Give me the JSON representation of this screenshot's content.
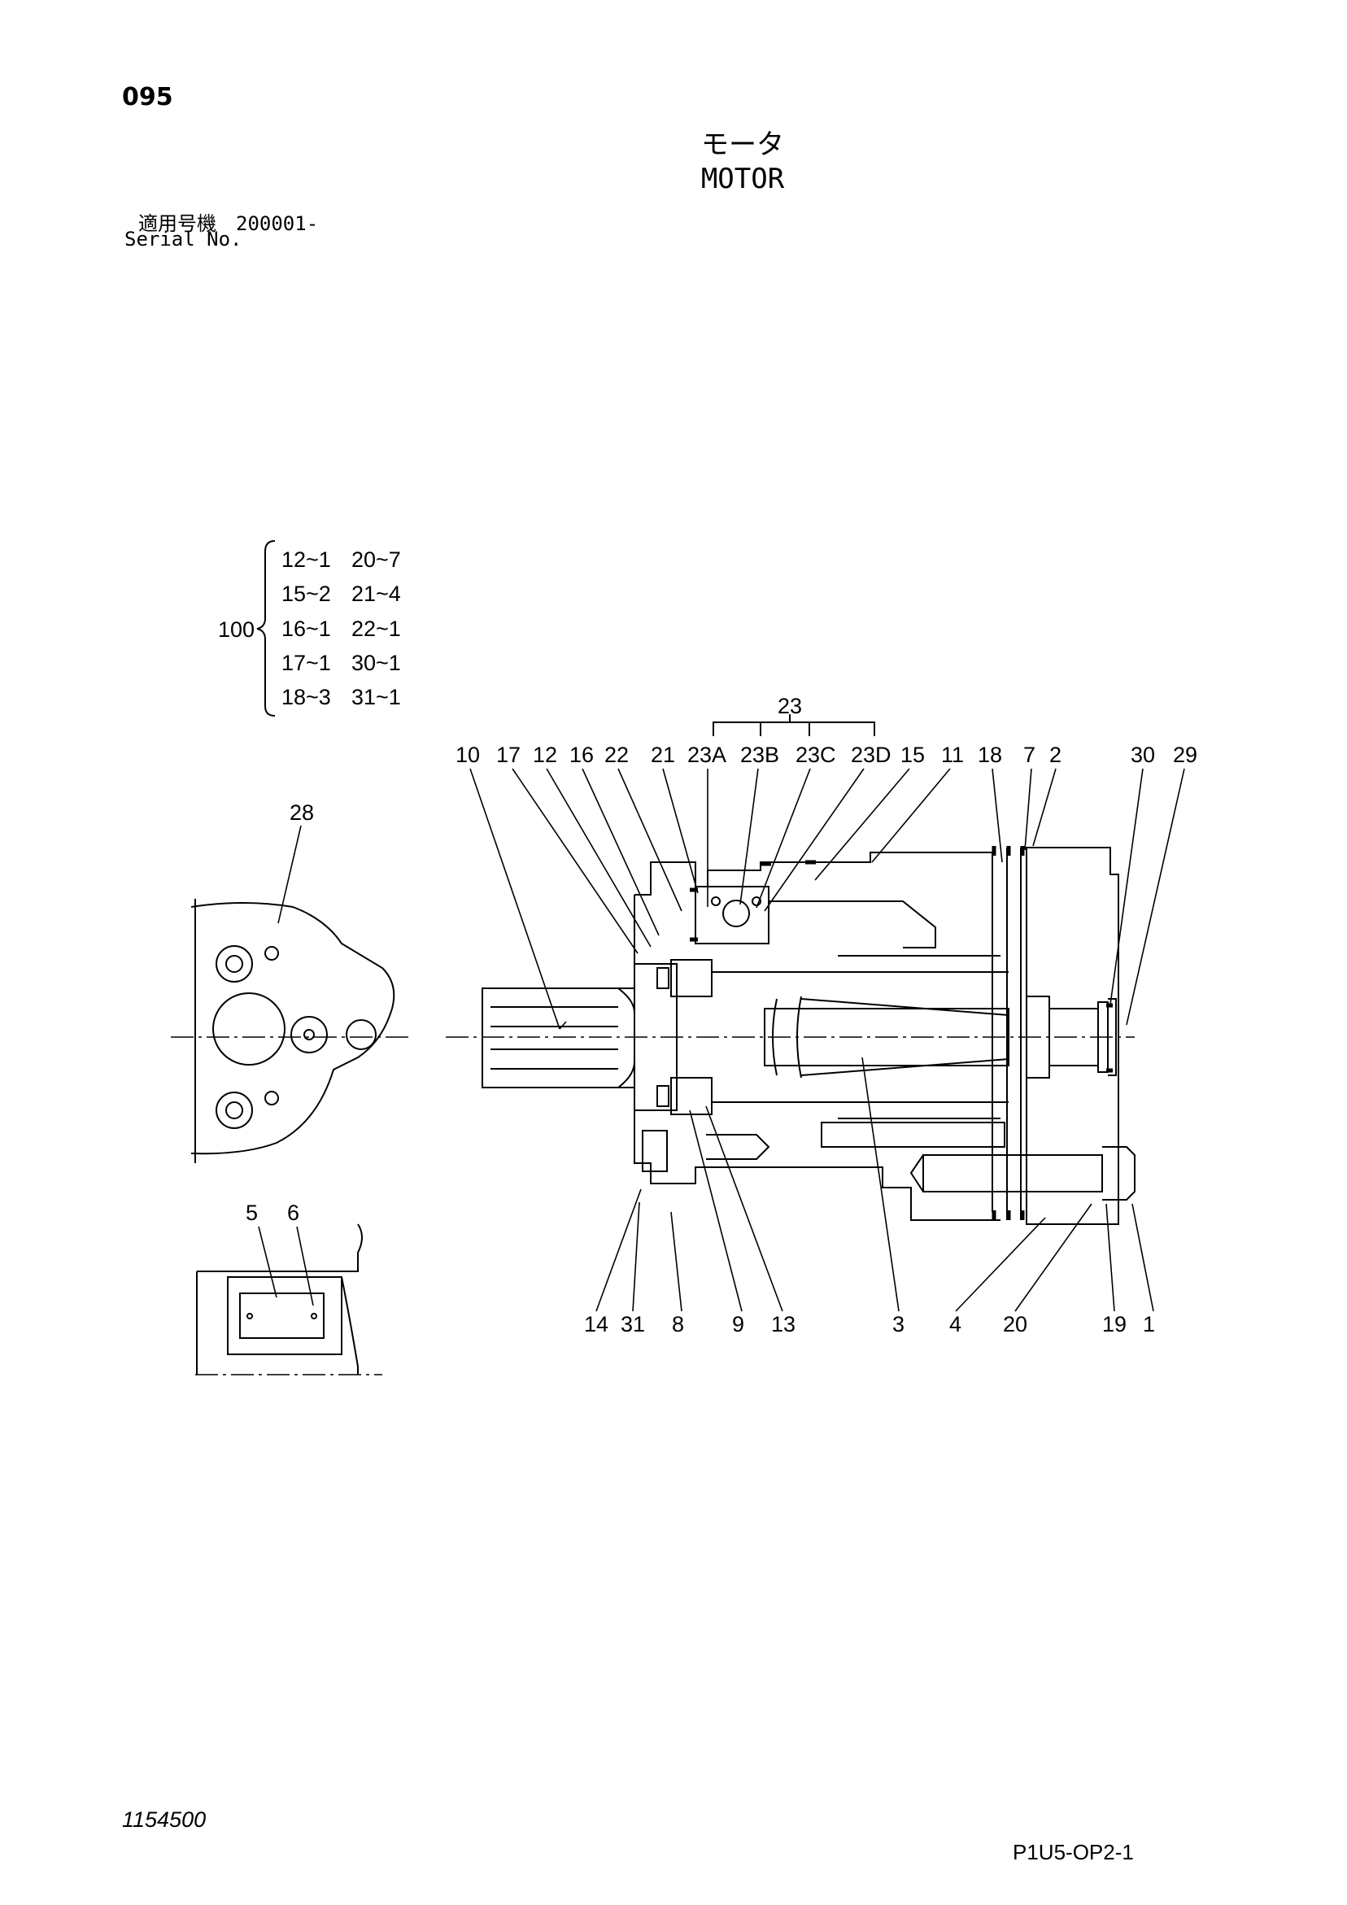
{
  "page": {
    "page_number": "095",
    "title_jp": "モータ",
    "title_en": "MOTOR",
    "serial_jp": "適用号機　200001-",
    "serial_en": "Serial No.",
    "drawing_number": "1154500",
    "sheet_code": "P1U5-OP2-1"
  },
  "kit": {
    "label": "100",
    "rows": [
      {
        "a": "12~1",
        "b": "20~7"
      },
      {
        "a": "15~2",
        "b": "21~4"
      },
      {
        "a": "16~1",
        "b": "22~1"
      },
      {
        "a": "17~1",
        "b": "30~1"
      },
      {
        "a": "18~3",
        "b": "31~1"
      }
    ]
  },
  "callouts": {
    "group_23": "23",
    "top": [
      "10",
      "17",
      "12",
      "16",
      "22",
      "21",
      "23A",
      "23B",
      "23C",
      "23D",
      "15",
      "11",
      "18",
      "7",
      "2",
      "30",
      "29"
    ],
    "bottom": [
      "14",
      "31",
      "8",
      "9",
      "13",
      "3",
      "4",
      "20",
      "19",
      "1"
    ],
    "side_view": "28",
    "plate": [
      "5",
      "6"
    ]
  }
}
